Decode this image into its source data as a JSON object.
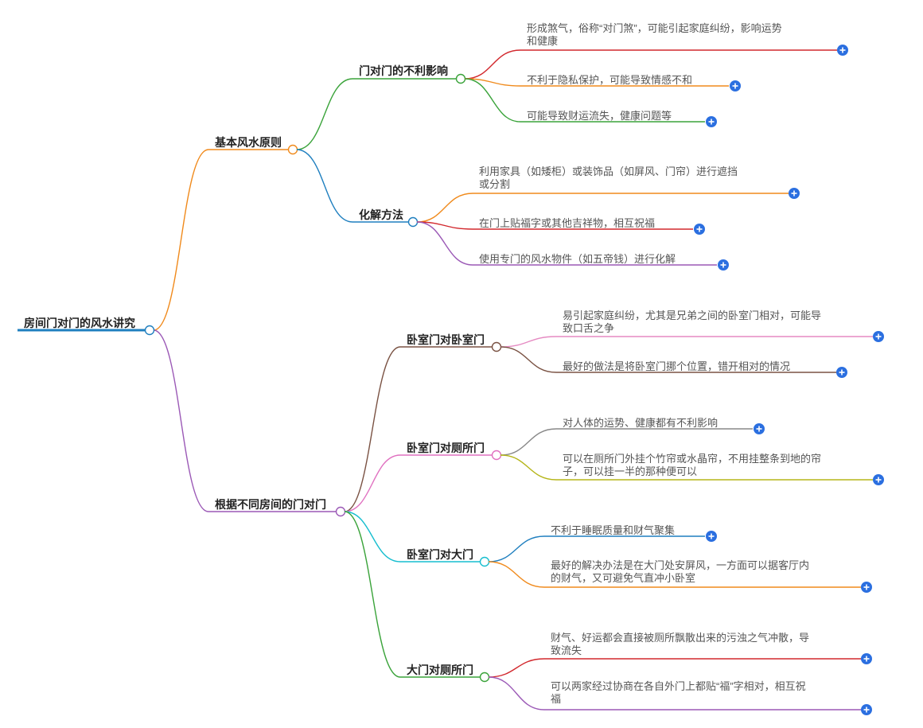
{
  "root": {
    "label": "房间门对门的风水讲究"
  },
  "branches": [
    {
      "label": "基本风水原则",
      "color": "#f08a1c",
      "children": [
        {
          "label": "门对门的不利影响",
          "color": "#3aa33a",
          "leaves": [
            {
              "lines": [
                "形成煞气，俗称“对门煞”，可能引起家庭纠纷，影响运势",
                "和健康"
              ],
              "color": "#d2282d"
            },
            {
              "lines": [
                "不利于隐私保护，可能导致情感不和"
              ],
              "color": "#f08a1c"
            },
            {
              "lines": [
                "可能导致财运流失，健康问题等"
              ],
              "color": "#3aa33a"
            }
          ]
        },
        {
          "label": "化解方法",
          "color": "#1f7fbf",
          "leaves": [
            {
              "lines": [
                "利用家具（如矮柜）或装饰品（如屏风、门帘）进行遮挡",
                "或分割"
              ],
              "color": "#f08a1c"
            },
            {
              "lines": [
                "在门上贴福字或其他吉祥物，相互祝福"
              ],
              "color": "#d2282d"
            },
            {
              "lines": [
                "使用专门的风水物件（如五帝钱）进行化解"
              ],
              "color": "#9b59b6"
            }
          ]
        }
      ]
    },
    {
      "label": "根据不同房间的门对门",
      "color": "#9b59b6",
      "children": [
        {
          "label": "卧室门对卧室门",
          "color": "#7a5243",
          "leaves": [
            {
              "lines": [
                "易引起家庭纠纷，尤其是兄弟之间的卧室门相对，可能导",
                "致口舌之争"
              ],
              "color": "#e58ac2"
            },
            {
              "lines": [
                "最好的做法是将卧室门挪个位置，错开相对的情况"
              ],
              "color": "#7a5243"
            }
          ]
        },
        {
          "label": "卧室门对厕所门",
          "color": "#e070c0",
          "leaves": [
            {
              "lines": [
                "对人体的运势、健康都有不利影响"
              ],
              "color": "#888888"
            },
            {
              "lines": [
                "可以在厕所门外挂个竹帘或水晶帘，不用挂整条到地的帘",
                "子，可以挂一半的那种便可以"
              ],
              "color": "#b5b518"
            }
          ]
        },
        {
          "label": "卧室门对大门",
          "color": "#17becf",
          "leaves": [
            {
              "lines": [
                "不利于睡眠质量和财气聚集"
              ],
              "color": "#1f7fbf"
            },
            {
              "lines": [
                "最好的解决办法是在大门处安屏风，一方面可以据客厅内",
                "的财气，又可避免气直冲小卧室"
              ],
              "color": "#f08a1c"
            }
          ]
        },
        {
          "label": "大门对厕所门",
          "color": "#3aa33a",
          "leaves": [
            {
              "lines": [
                "财气、好运都会直接被厕所飘散出来的污浊之气冲散，导",
                "致流失"
              ],
              "color": "#d2282d"
            },
            {
              "lines": [
                "可以两家经过协商在各自外门上都贴“福”字相对，相互祝",
                "福"
              ],
              "color": "#9b59b6"
            }
          ]
        }
      ]
    }
  ],
  "ui": {
    "expand_icon": "plus-circle-icon",
    "expand_color": "#2b6fe0",
    "root_color": "#1f7fbf"
  }
}
